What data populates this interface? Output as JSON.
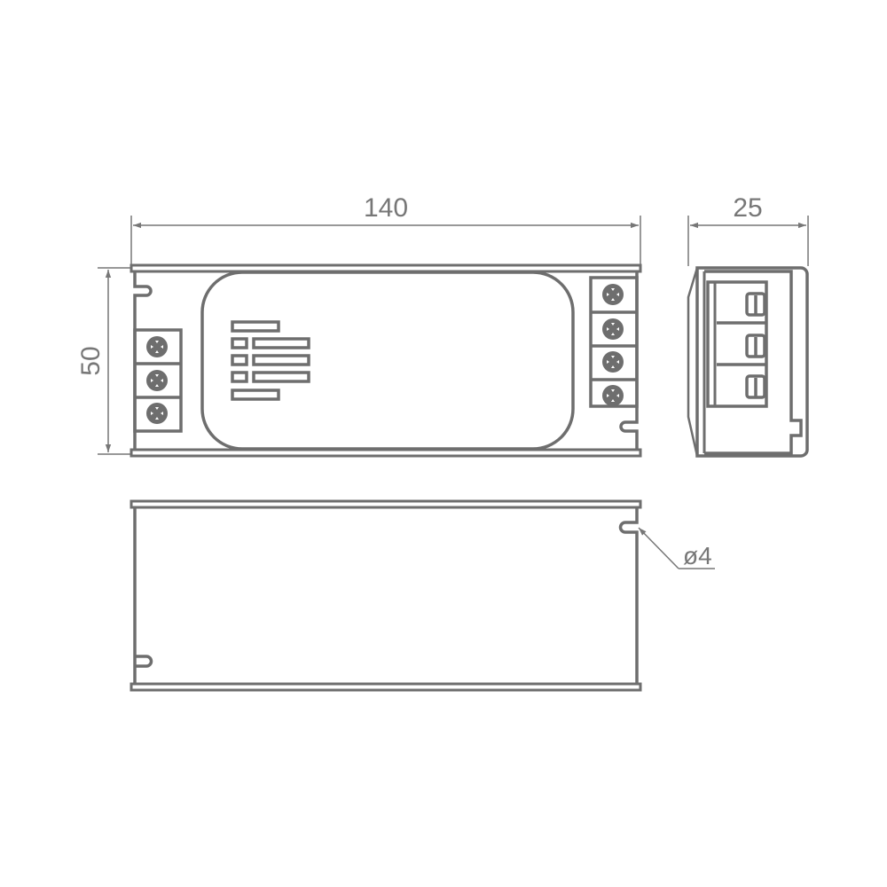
{
  "drawing": {
    "stroke_color": "#6e6e6e",
    "dim_color": "#777777",
    "background": "#ffffff"
  },
  "dimensions": {
    "length": "140",
    "height": "50",
    "depth": "25",
    "hole_diameter": "ø4"
  },
  "views": {
    "front": {
      "left_terminals": 3,
      "right_terminals": 4,
      "logo": "stacked-bar-logo"
    },
    "side": {
      "terminal_slots": 3
    },
    "back": {
      "mounting_slots": 2
    }
  }
}
